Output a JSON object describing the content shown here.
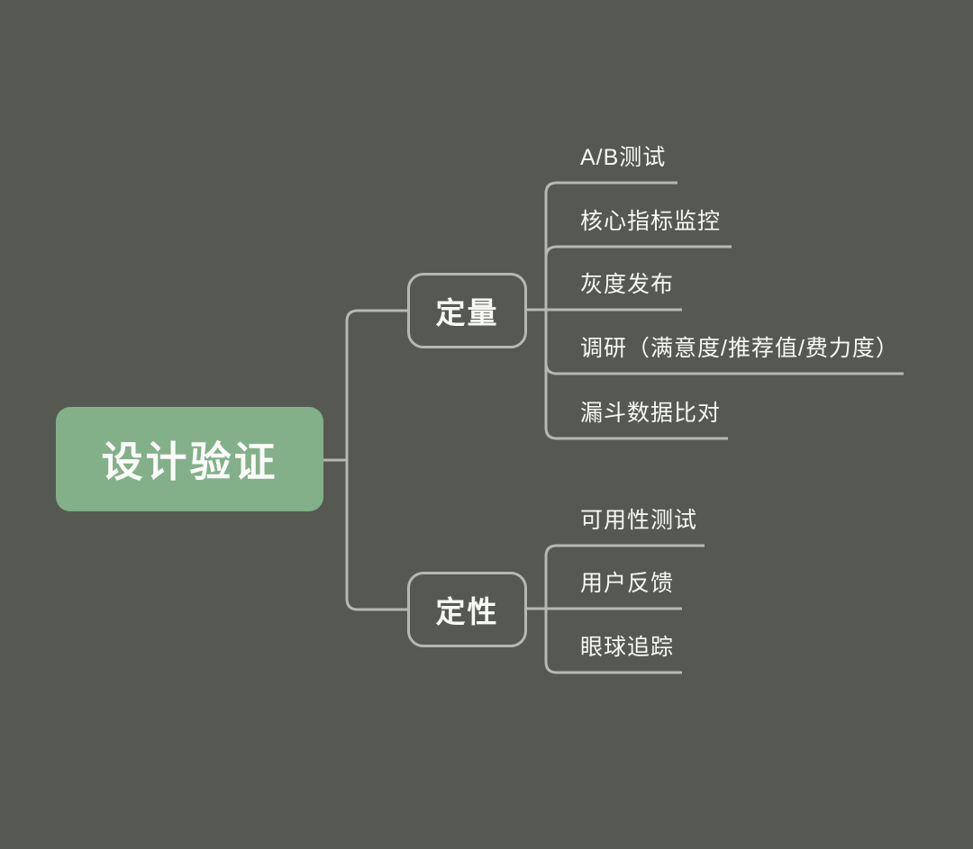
{
  "theme": {
    "background": "#565951",
    "line": "#b5b9af",
    "text": "#f8f9f5",
    "root_fill": "#83b089",
    "root_text": "#fbfcf9"
  },
  "root": {
    "label": "设计验证"
  },
  "branches": [
    {
      "label": "定量",
      "children": [
        "A/B测试",
        "核心指标监控",
        "灰度发布",
        "调研（满意度/推荐值/费力度）",
        "漏斗数据比对"
      ]
    },
    {
      "label": "定性",
      "children": [
        "可用性测试",
        "用户反馈",
        "眼球追踪"
      ]
    }
  ]
}
